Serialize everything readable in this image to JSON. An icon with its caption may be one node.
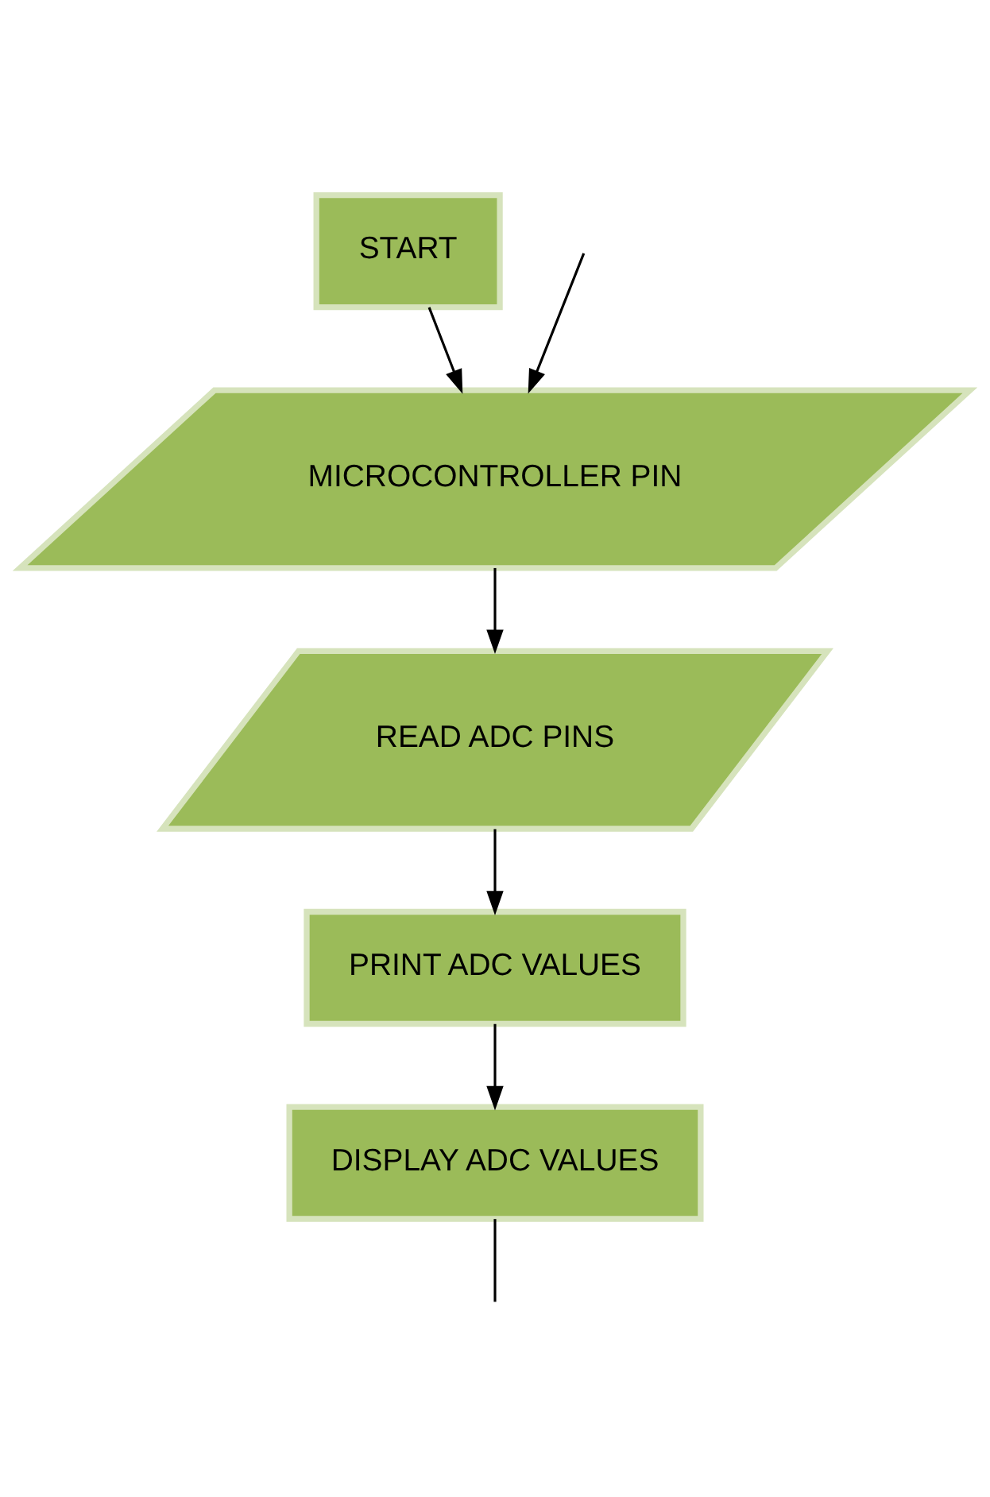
{
  "diagram": {
    "nodes": [
      {
        "text": [
          "START"
        ]
      },
      {
        "text": [
          "MICROCONTROLLER PIN"
        ]
      },
      {
        "text": [
          "READ ADC PINS"
        ]
      },
      {
        "text": [
          "PRINT ADC VALUES"
        ]
      },
      {
        "text": [
          "DISPLAY ADC VALUES"
        ]
      }
    ],
    "edges": [
      {
        "from": 0,
        "to": 1,
        "arrow": "to"
      },
      {
        "from": null,
        "to": 1,
        "arrow": "to"
      },
      {
        "from": 1,
        "to": 2,
        "arrow": "to"
      },
      {
        "from": 2,
        "to": 3,
        "arrow": "to"
      },
      {
        "from": 3,
        "to": 4,
        "arrow": "to"
      },
      {
        "from": 4,
        "to": null,
        "arrow": "none"
      }
    ]
  }
}
